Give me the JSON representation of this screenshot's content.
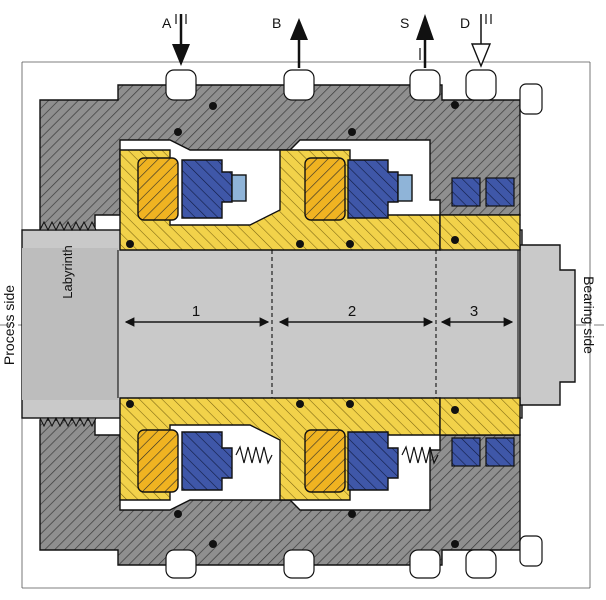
{
  "ports": [
    {
      "letter": "A",
      "flow": "in"
    },
    {
      "letter": "B",
      "flow": "out"
    },
    {
      "letter": "S",
      "flow": "out"
    },
    {
      "letter": "D",
      "flow": "in"
    }
  ],
  "side_labels": {
    "left": "Process side",
    "right": "Bearing side",
    "labyrinth": "Labyrinth"
  },
  "sections": [
    "1",
    "2",
    "3"
  ],
  "colors": {
    "housing": "#8f8f8f",
    "housing_hatch": "#3a3a3a",
    "shaft": "#c9c9c9",
    "sleeve": "#f2d24a",
    "seal_face_yellow": "#f0b321",
    "seal_face_blue": "#3f57a8",
    "light_blue": "#8fb4d8",
    "outline": "#111111"
  }
}
